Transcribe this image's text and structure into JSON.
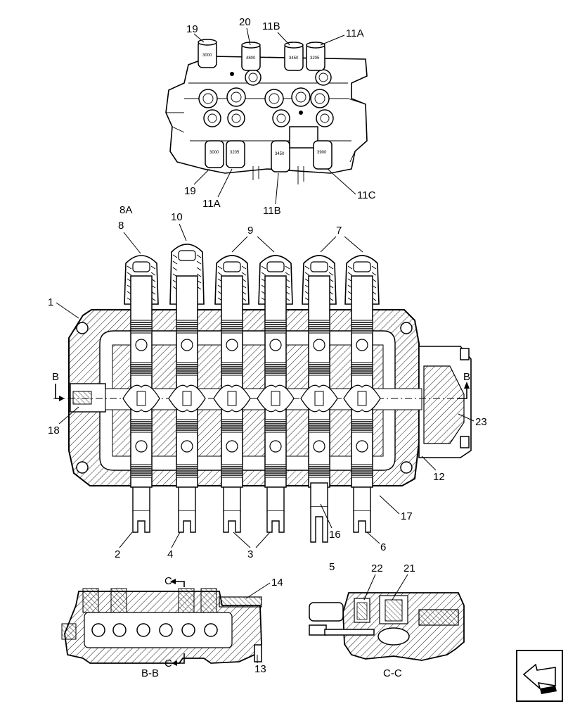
{
  "diagram": {
    "callouts": {
      "c19_top": "19",
      "c20_top": "20",
      "c11b_top": "11B",
      "c11a_top": "11A",
      "c19_bot": "19",
      "c11a_bot": "11A",
      "c11b_bot": "11B",
      "c11c_bot": "11C",
      "c8a": "8A",
      "c8": "8",
      "c10": "10",
      "c9": "9",
      "c7": "7",
      "c1": "1",
      "c18": "18",
      "c23": "23",
      "c12": "12",
      "c17": "17",
      "c2": "2",
      "c4": "4",
      "c3": "3",
      "c16": "16",
      "c5": "5",
      "c6": "6",
      "c14": "14",
      "c13": "13",
      "c22": "22",
      "c21": "21"
    },
    "section_marks": {
      "b_left": "B",
      "b_right": "B",
      "c_top": "C",
      "c_bottom": "C",
      "view_bb": "B-B",
      "view_cc": "C-C"
    },
    "valve_stamps": {
      "top_19": "3000",
      "top_20": "4800",
      "top_11b": "3450",
      "top_11a": "3205",
      "bot_19": "3000",
      "bot_11a": "3205",
      "bot_11b": "3450",
      "bot_11c": "3900"
    }
  }
}
